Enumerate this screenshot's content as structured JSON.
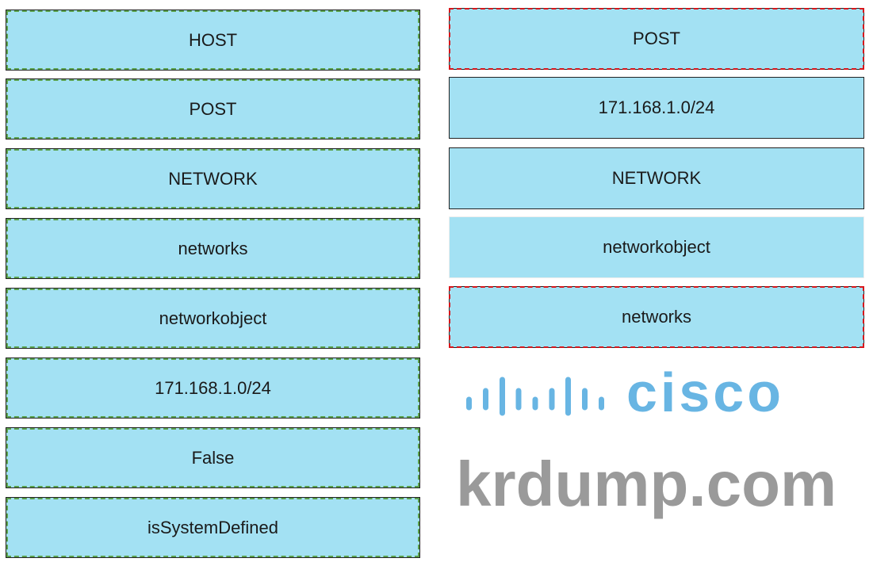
{
  "left_column": {
    "items": [
      {
        "label": "HOST"
      },
      {
        "label": "POST"
      },
      {
        "label": "NETWORK"
      },
      {
        "label": "networks"
      },
      {
        "label": "networkobject"
      },
      {
        "label": "171.168.1.0/24"
      },
      {
        "label": "False"
      },
      {
        "label": "isSystemDefined"
      }
    ]
  },
  "right_column": {
    "items": [
      {
        "label": "POST"
      },
      {
        "label": "171.168.1.0/24"
      },
      {
        "label": "NETWORK"
      },
      {
        "label": "networkobject"
      },
      {
        "label": "networks"
      }
    ]
  },
  "watermark": {
    "logo_text": "cisco",
    "site_text": "krdump.com"
  },
  "colors": {
    "box_fill": "#a3e1f3",
    "source_border": "#5aa04a",
    "target_border": "#d8161b"
  }
}
